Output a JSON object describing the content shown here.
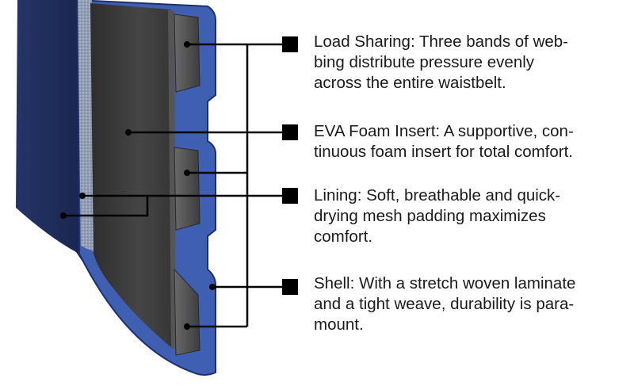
{
  "callouts": [
    {
      "id": "load-sharing",
      "text": "Load Sharing: Three bands of web-\nbing distribute pressure evenly\nacross the entire waistbelt."
    },
    {
      "id": "eva-foam",
      "text": "EVA Foam Insert: A supportive, con-\ntinuous foam insert for total comfort."
    },
    {
      "id": "lining",
      "text": "Lining: Soft, breathable and quick-\ndrying mesh padding maximizes\ncomfort."
    },
    {
      "id": "shell",
      "text": "Shell: With a stretch woven laminate\nand a tight weave, durability is para-\nmount."
    }
  ],
  "colors": {
    "shell_blue": "#3f5fb3",
    "shell_dark": "#1e2f6e",
    "navy_back": "#1f2d5c",
    "foam": "#3a3a3a",
    "mesh": "#9aa6b8",
    "webbing": "#5a5a5a",
    "leader": "#000000"
  }
}
